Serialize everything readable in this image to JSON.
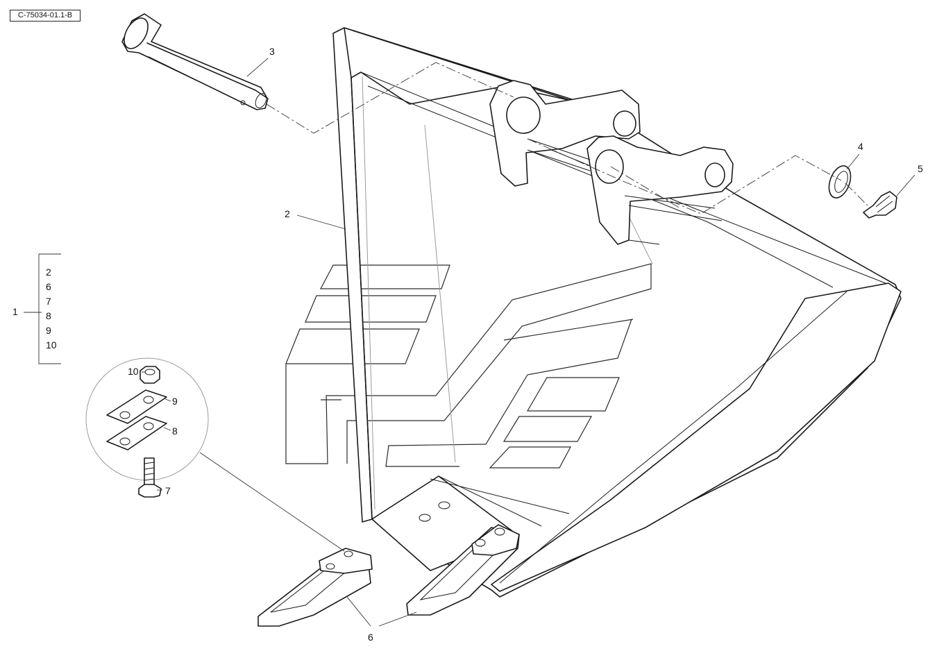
{
  "diagram": {
    "ref_code": "C-75034-01.1-B",
    "callouts": {
      "pin": "3",
      "bucket": "2",
      "washer": "4",
      "clip": "5",
      "assembly": "1",
      "tooth": "6",
      "bolt": "7",
      "plate_lower": "8",
      "plate_upper": "9",
      "nut": "10"
    },
    "assembly_components": [
      "2",
      "6",
      "7",
      "8",
      "9",
      "10"
    ],
    "colors": {
      "line": "#1a1a1a",
      "background": "#ffffff"
    }
  }
}
